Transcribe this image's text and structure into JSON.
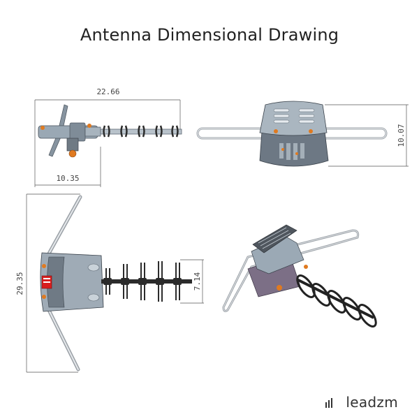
{
  "title": "Antenna Dimensional Drawing",
  "brand": "leadzm",
  "dimensions": {
    "side_length": "22.66",
    "side_mount_depth": "10.35",
    "front_height": "10.07",
    "top_width": "29.35",
    "element_span": "7.14"
  },
  "colors": {
    "body": "#8fa0ae",
    "body_dark": "#6b7885",
    "body_light": "#c2ccd4",
    "rod": "#c8ccd0",
    "orange": "#e07a20",
    "red": "#d81e1e",
    "element": "#2b2b2b"
  },
  "icons": [
    "brand-logo-icon"
  ]
}
